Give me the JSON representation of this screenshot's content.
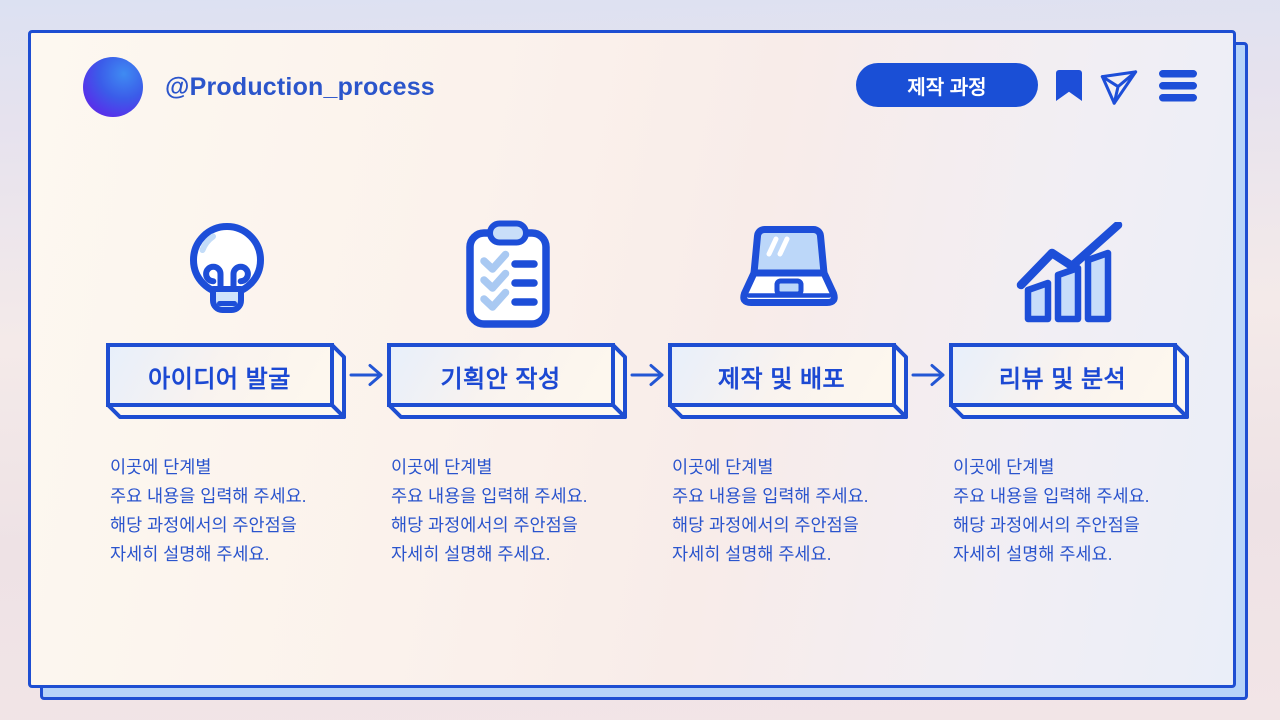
{
  "header": {
    "handle": "@Production_process",
    "badge_label": "제작 과정",
    "toolbar_icons": [
      "bookmark-icon",
      "send-icon",
      "menu-icon"
    ]
  },
  "steps": [
    {
      "label": "아이디어 발굴",
      "icon": "lightbulb-icon",
      "description": "이곳에 단계별\n주요 내용을 입력해 주세요.\n해당 과정에서의 주안점을\n자세히 설명해 주세요."
    },
    {
      "label": "기획안 작성",
      "icon": "clipboard-checklist-icon",
      "description": "이곳에 단계별\n주요 내용을 입력해 주세요.\n해당 과정에서의 주안점을\n자세히 설명해 주세요."
    },
    {
      "label": "제작 및 배포",
      "icon": "laptop-icon",
      "description": "이곳에 단계별\n주요 내용을 입력해 주세요.\n해당 과정에서의 주안점을\n자세히 설명해 주세요."
    },
    {
      "label": "리뷰 및 분석",
      "icon": "bar-chart-trend-icon",
      "description": "이곳에 단계별\n주요 내용을 입력해 주세요.\n해당 과정에서의 주안점을\n자세히 설명해 주세요."
    }
  ],
  "colors": {
    "primary_blue": "#1d4ed8",
    "border_blue": "#1e4ed2",
    "light_blue_fill": "#bfdbfe",
    "badge_bg": "#1a4fd6",
    "label_text": "#1c49d3",
    "body_text": "#2a54cd",
    "back_card_fill": "#b6d3f9"
  }
}
